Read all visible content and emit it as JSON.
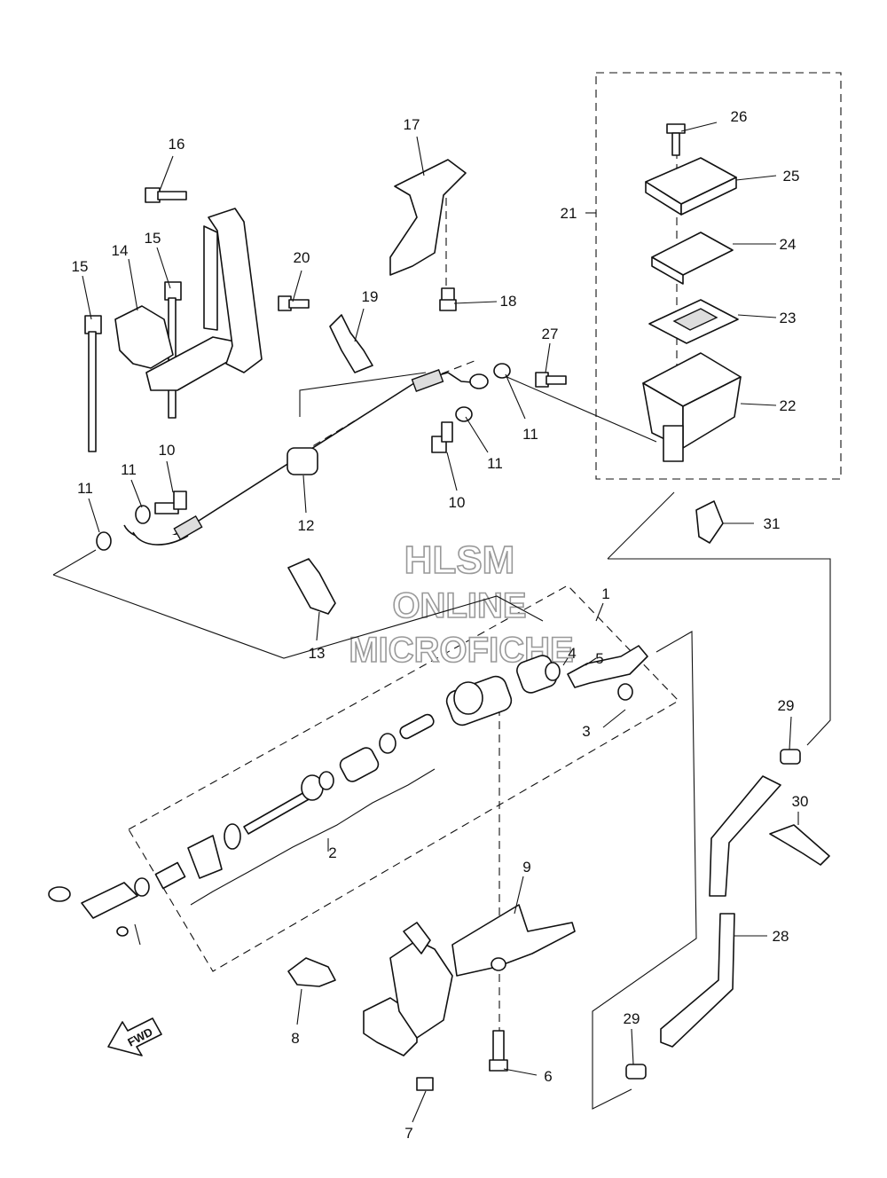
{
  "watermark": {
    "line1": "HLSM",
    "line2": "ONLINE",
    "line3": "MICROFICHE"
  },
  "direction_marker": "FWD",
  "callouts": {
    "c1": "1",
    "c2": "2",
    "c3": "3",
    "c4": "4",
    "c5": "5",
    "c6": "6",
    "c7": "7",
    "c8": "8",
    "c9": "9",
    "c10a": "10",
    "c10b": "10",
    "c11a": "11",
    "c11b": "11",
    "c11c": "11",
    "c11d": "11",
    "c12": "12",
    "c13": "13",
    "c14": "14",
    "c15a": "15",
    "c15b": "15",
    "c16": "16",
    "c17": "17",
    "c18": "18",
    "c19": "19",
    "c20": "20",
    "c21": "21",
    "c22": "22",
    "c23": "23",
    "c24": "24",
    "c25": "25",
    "c26": "26",
    "c27": "27",
    "c28": "28",
    "c29a": "29",
    "c29b": "29",
    "c30": "30",
    "c31": "31"
  }
}
